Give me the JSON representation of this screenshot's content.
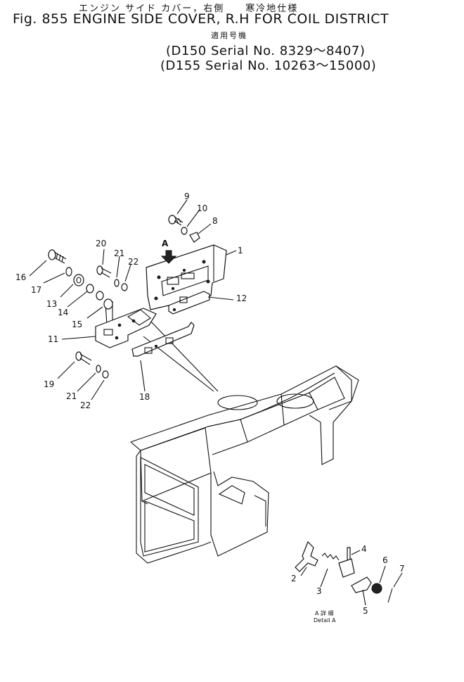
{
  "header": {
    "jp_title": "エンジン サイド カバー，右側　　寒冷地仕様",
    "fig_title": "Fig. 855 ENGINE SIDE COVER, R.H  FOR COIL DISTRICT",
    "jp_applicable": "適用号機",
    "serial_1": "(D150 Serial No. 8329～8407)",
    "serial_2": "(D155 Serial No. 10263～15000)"
  },
  "callouts": {
    "c1": "1",
    "c2": "2",
    "c3": "3",
    "c4": "4",
    "c5": "5",
    "c6": "6",
    "c7": "7",
    "c8": "8",
    "c9": "9",
    "c10": "10",
    "c11": "11",
    "c12": "12",
    "c13": "13",
    "c14": "14",
    "c15": "15",
    "c16": "16",
    "c17": "17",
    "c18": "18",
    "c19": "19",
    "c20": "20",
    "c21a": "21",
    "c21b": "21",
    "c22a": "22",
    "c22b": "22"
  },
  "view_marker": "A",
  "detail": {
    "jp": "A 詳 細",
    "en": "Detail  A"
  }
}
